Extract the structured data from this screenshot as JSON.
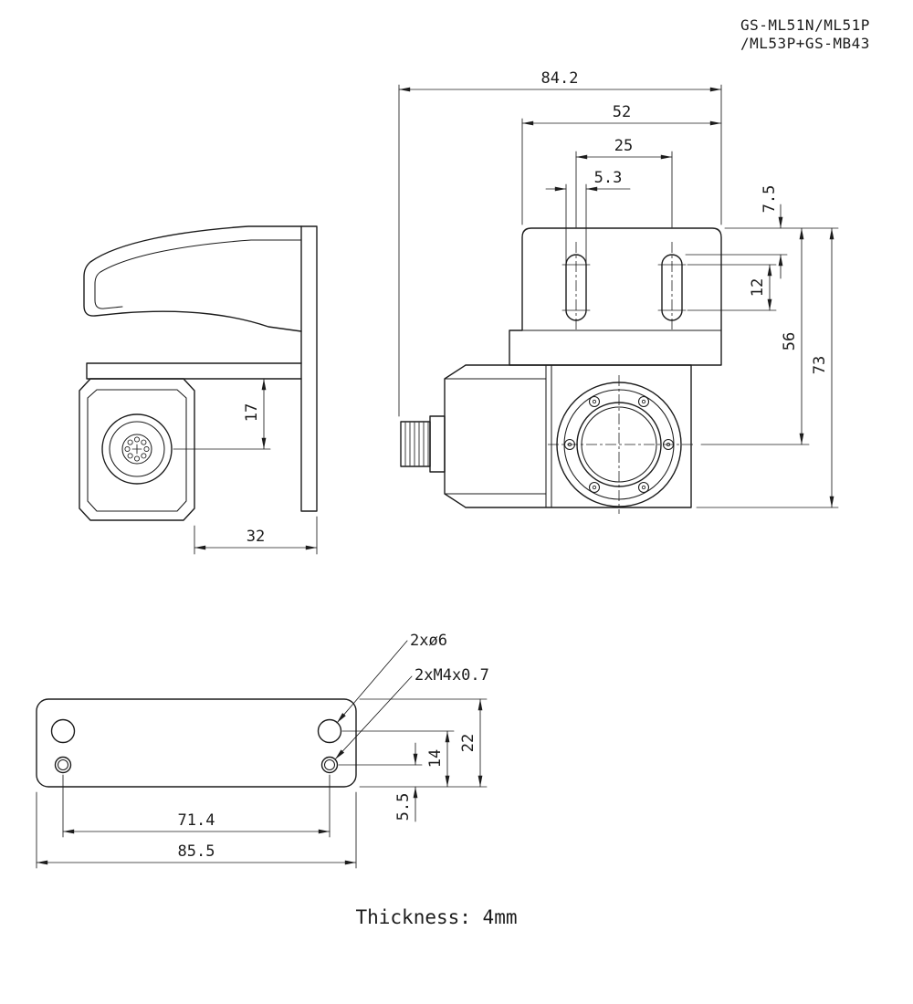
{
  "colors": {
    "line": "#1c1c1c",
    "background": "#ffffff"
  },
  "part_label": {
    "line1": "GS-ML51N/ML51P",
    "line2": "/ML53P+GS-MB43"
  },
  "caption": "Thickness: 4mm",
  "views": {
    "front": {
      "dimensions": {
        "overall_width": "84.2",
        "bracket_width": "52",
        "slot_spacing": "25",
        "slot_width": "5.3",
        "slot_top_offset": "7.5",
        "slot_length": "12",
        "axis_height": "56",
        "overall_height": "73"
      }
    },
    "side": {
      "dimensions": {
        "connector_axis_offset": "17",
        "depth": "32"
      }
    },
    "bottom": {
      "hole_labels": {
        "clearance_holes": "2xø6",
        "tapped_holes": "2xM4x0.7"
      },
      "dimensions": {
        "hole_spacing": "71.4",
        "plate_length": "85.5",
        "hole_row_offset": "14",
        "plate_width": "22",
        "tapped_row_offset": "5.5"
      }
    }
  }
}
